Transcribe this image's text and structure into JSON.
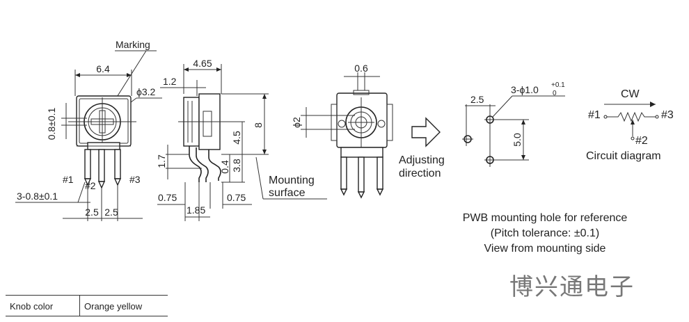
{
  "front_view": {
    "width_dim": "6.4",
    "marking_label": "Marking",
    "knob_dim": "ϕ3.2",
    "offset_dim": "0.8±0.1",
    "pin1": "#1",
    "pin2": "#2",
    "pin3": "#3",
    "pin_width_dim": "3-0.8±0.1",
    "pitch_left": "2.5",
    "pitch_right": "2.5"
  },
  "side_view": {
    "depth_dim": "4.65",
    "top_dim": "1.2",
    "height_dim": "8",
    "mid_dim": "4.5",
    "lead_dim": "1.7",
    "small_dim": "0.4",
    "leg_dim": "3.8",
    "left_foot": "0.75",
    "center_span": "1.85",
    "right_foot": "0.75",
    "mounting_label_1": "Mounting",
    "mounting_label_2": "surface"
  },
  "rear_view": {
    "slot_dim": "0.6",
    "shaft_dim": "ϕ2"
  },
  "adjusting": {
    "line1": "Adjusting",
    "line2": "direction"
  },
  "pwb": {
    "hole_dim_main": "3-ϕ1.0",
    "hole_tol_upper": "+0.1",
    "hole_tol_lower": "0",
    "pitch_x": "2.5",
    "pitch_y": "5.0",
    "caption_1": "PWB mounting hole for reference",
    "caption_2": "(Pitch tolerance: ±0.1)",
    "caption_3": "View from mounting side"
  },
  "circuit": {
    "cw": "CW",
    "pin1": "#1",
    "pin2": "#2",
    "pin3": "#3",
    "caption": "Circuit diagram"
  },
  "spec_table": {
    "label": "Knob color",
    "value": "Orange yellow"
  },
  "watermark": "博兴通电子"
}
